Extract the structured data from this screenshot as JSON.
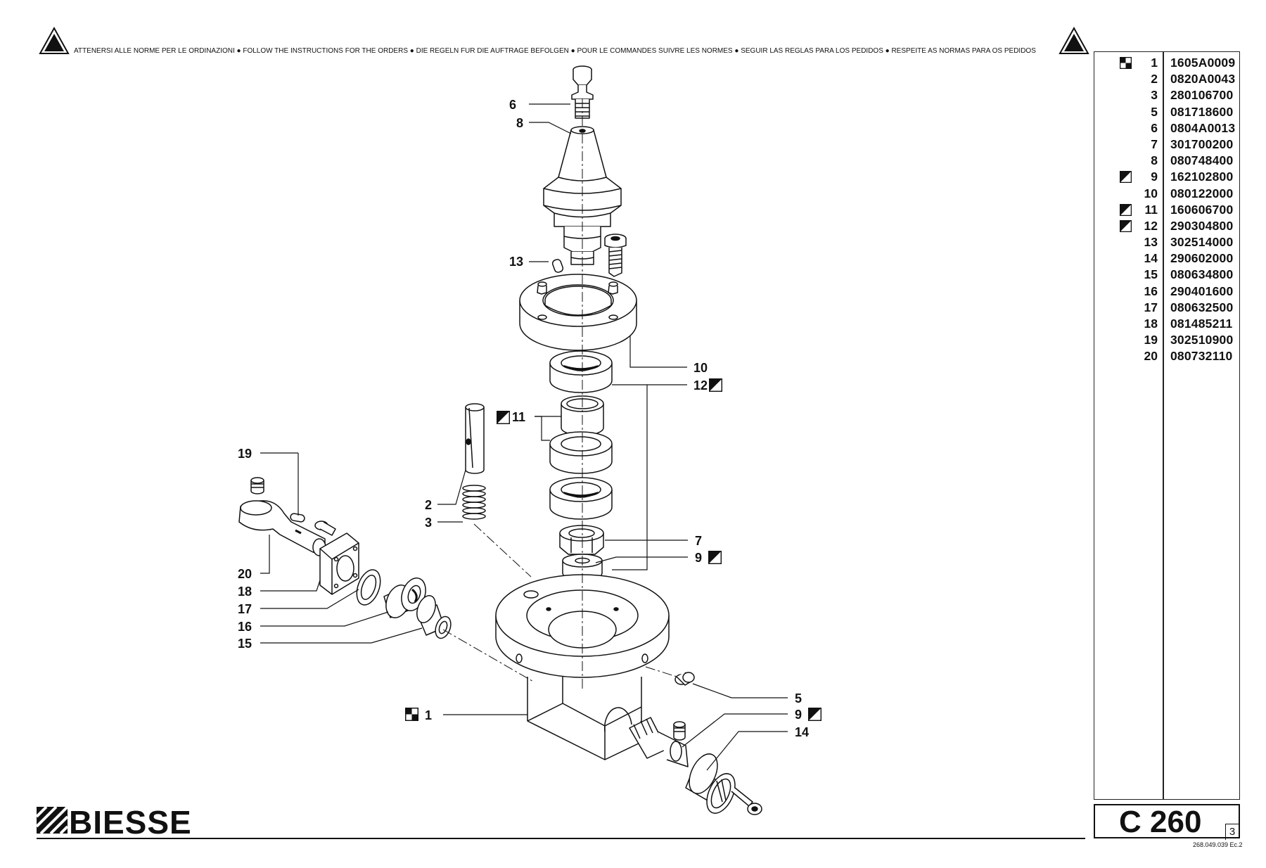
{
  "header": {
    "notice": "ATTENERSI ALLE NORME PER LE ORDINAZIONI  ●  FOLLOW THE INSTRUCTIONS FOR THE ORDERS  ●  DIE REGELN FUR DIE AUFTRAGE BEFOLGEN  ●  POUR LE COMMANDES SUIVRE LES NORMES  ●  SEGUIR LAS REGLAS PARA LOS PEDIDOS  ●  RESPEITE AS NORMAS PARA OS PEDIDOS",
    "warning_icon": "warning-triangle-icon"
  },
  "brand": {
    "name": "BIESSE",
    "logo_icon": "biesse-stripes-icon"
  },
  "model": {
    "title": "C 260",
    "sheet": "3",
    "doc_ref": "268.049.039 Ec.2"
  },
  "parts": [
    {
      "num": "1",
      "code": "1605A0009",
      "symbol": "checker"
    },
    {
      "num": "2",
      "code": "0820A0043",
      "symbol": ""
    },
    {
      "num": "3",
      "code": "280106700",
      "symbol": ""
    },
    {
      "num": "5",
      "code": "081718600",
      "symbol": ""
    },
    {
      "num": "6",
      "code": "0804A0013",
      "symbol": ""
    },
    {
      "num": "7",
      "code": "301700200",
      "symbol": ""
    },
    {
      "num": "8",
      "code": "080748400",
      "symbol": ""
    },
    {
      "num": "9",
      "code": "162102800",
      "symbol": "diagonal"
    },
    {
      "num": "10",
      "code": "080122000",
      "symbol": ""
    },
    {
      "num": "11",
      "code": "160606700",
      "symbol": "diagonal"
    },
    {
      "num": "12",
      "code": "290304800",
      "symbol": "diagonal"
    },
    {
      "num": "13",
      "code": "302514000",
      "symbol": ""
    },
    {
      "num": "14",
      "code": "290602000",
      "symbol": ""
    },
    {
      "num": "15",
      "code": "080634800",
      "symbol": ""
    },
    {
      "num": "16",
      "code": "290401600",
      "symbol": ""
    },
    {
      "num": "17",
      "code": "080632500",
      "symbol": ""
    },
    {
      "num": "18",
      "code": "081485211",
      "symbol": ""
    },
    {
      "num": "19",
      "code": "302510900",
      "symbol": ""
    },
    {
      "num": "20",
      "code": "080732110",
      "symbol": ""
    }
  ],
  "callouts": {
    "c6": "6",
    "c8": "8",
    "c13": "13",
    "c10": "10",
    "c12": "12",
    "c11": "11",
    "c19": "19",
    "c2": "2",
    "c3": "3",
    "c7": "7",
    "c9a": "9",
    "c20": "20",
    "c18": "18",
    "c17": "17",
    "c16": "16",
    "c15": "15",
    "c5": "5",
    "c1": "1",
    "c9b": "9",
    "c14": "14"
  }
}
